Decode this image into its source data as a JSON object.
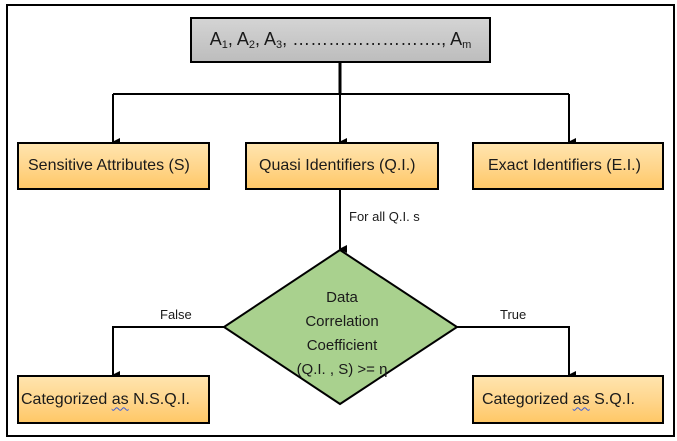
{
  "diagram": {
    "type": "flowchart",
    "top_node": {
      "parts": [
        "A",
        "1",
        ", A",
        "2",
        ", A",
        "3",
        ", ……………………., A",
        "m"
      ],
      "text": "A1, A2, A3, ……………………., Am"
    },
    "attribute_nodes": [
      {
        "id": "sensitive",
        "label": "Sensitive Attributes (S)"
      },
      {
        "id": "quasi",
        "label": "Quasi Identifiers (Q.I.)"
      },
      {
        "id": "exact",
        "label": "Exact Identifiers (E.I.)"
      }
    ],
    "loop_label": "For all Q.I. s",
    "decision": {
      "lines": [
        "Data",
        "Correlation",
        "Coefficient",
        "(Q.I. , S) >= η"
      ]
    },
    "branches": {
      "false_label": "False",
      "true_label": "True"
    },
    "outcomes": {
      "false": {
        "prefix": "Categorized ",
        "flagged_word": "as",
        "suffix": " N.S.Q.I."
      },
      "true": {
        "prefix": "Categorized ",
        "flagged_word": "as",
        "suffix": " S.Q.I."
      }
    },
    "colors": {
      "process_fill": "#FFD58A",
      "top_fill": "#C8C8C8",
      "decision_fill": "#A9D18E",
      "stroke": "#000000"
    }
  }
}
